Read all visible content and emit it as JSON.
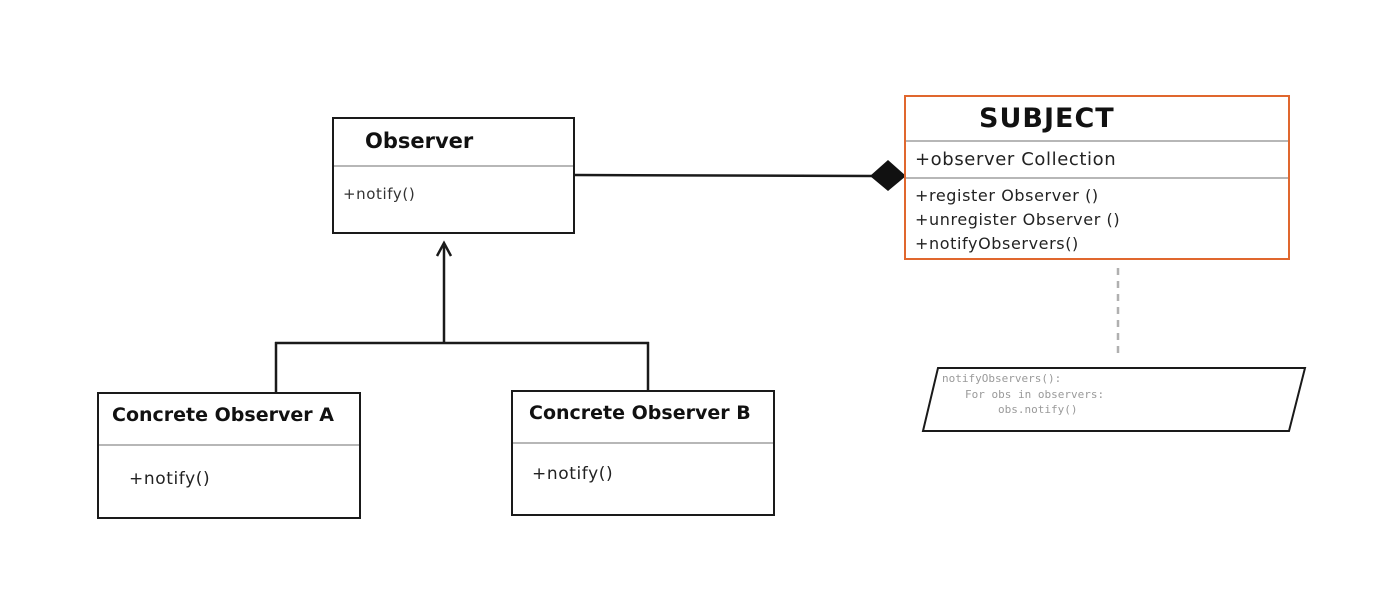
{
  "colors": {
    "line": "#1a1a1a",
    "separator": "#b7b7b7",
    "subject_border": "#e0672e",
    "note_text": "#9a9a9a",
    "dashed_link": "#b0b0b0"
  },
  "observer": {
    "title": "Observer",
    "methods": [
      "+notify()"
    ]
  },
  "subject": {
    "title": "SUBJECT",
    "attributes": [
      "+observer Collection"
    ],
    "methods": [
      "+register Observer ()",
      "+unregister Observer ()",
      "+notifyObservers()"
    ]
  },
  "concrete_a": {
    "title": "Concrete Observer A",
    "methods": [
      "+notify()"
    ]
  },
  "concrete_b": {
    "title": "Concrete Observer B",
    "methods": [
      "+notify()"
    ]
  },
  "note": {
    "lines": [
      "notifyObservers():",
      "For obs in observers:",
      "obs.notify()"
    ]
  },
  "relationships": [
    {
      "type": "composition",
      "from": "Observer",
      "to": "SUBJECT",
      "diamond_at": "SUBJECT"
    },
    {
      "type": "inheritance",
      "from": "Concrete Observer A",
      "to": "Observer"
    },
    {
      "type": "inheritance",
      "from": "Concrete Observer B",
      "to": "Observer"
    },
    {
      "type": "note-link",
      "from": "SUBJECT",
      "to": "note"
    }
  ]
}
